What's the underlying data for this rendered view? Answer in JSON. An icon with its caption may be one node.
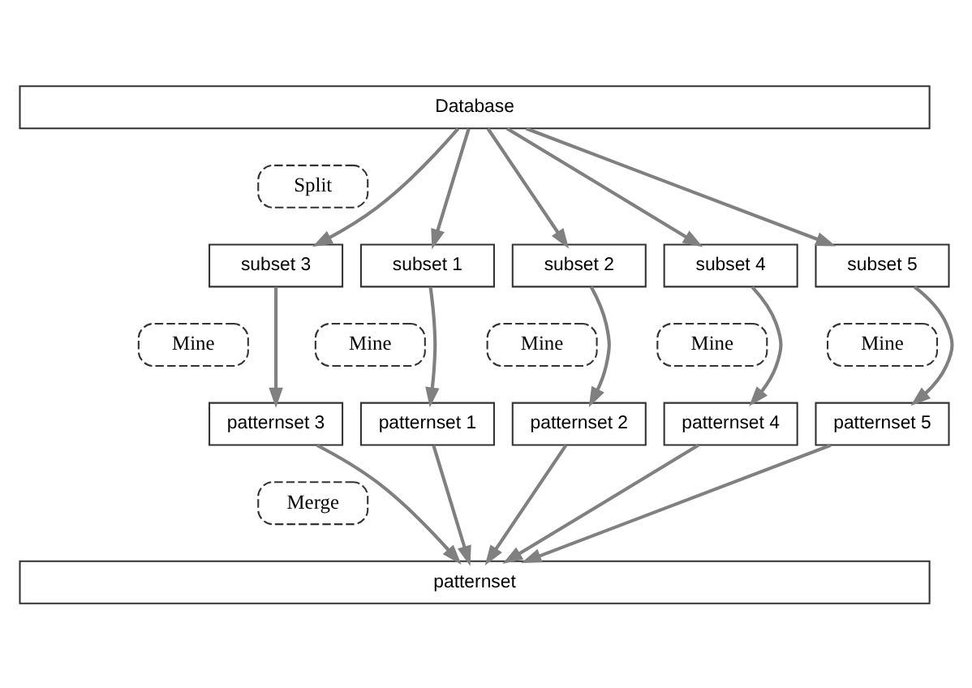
{
  "diagram": {
    "nodes": [
      {
        "text": [
          "Database"
        ]
      },
      {
        "text": [
          "Split"
        ]
      },
      {
        "text": [
          "subset 1"
        ]
      },
      {
        "text": [
          "subset 2"
        ]
      },
      {
        "text": [
          "subset 3"
        ]
      },
      {
        "text": [
          "subset 4"
        ]
      },
      {
        "text": [
          "subset 5"
        ]
      },
      {
        "text": [
          "Mine"
        ]
      },
      {
        "text": [
          "Mine"
        ]
      },
      {
        "text": [
          "Mine"
        ]
      },
      {
        "text": [
          "Mine"
        ]
      },
      {
        "text": [
          "Mine"
        ]
      },
      {
        "text": [
          "patternset 1"
        ]
      },
      {
        "text": [
          "patternset 2"
        ]
      },
      {
        "text": [
          "patternset 3"
        ]
      },
      {
        "text": [
          "patternset 4"
        ]
      },
      {
        "text": [
          "patternset 5"
        ]
      },
      {
        "text": [
          "Merge"
        ]
      },
      {
        "text": [
          "patternset"
        ]
      }
    ],
    "edges": [
      {
        "from": 0,
        "to": 2,
        "arrow": "to"
      },
      {
        "from": 0,
        "to": 3,
        "arrow": "to"
      },
      {
        "from": 0,
        "to": 4,
        "arrow": "to"
      },
      {
        "from": 0,
        "to": 5,
        "arrow": "to"
      },
      {
        "from": 0,
        "to": 6,
        "arrow": "to"
      },
      {
        "from": 2,
        "to": 12,
        "arrow": "to"
      },
      {
        "from": 3,
        "to": 13,
        "arrow": "to"
      },
      {
        "from": 4,
        "to": 14,
        "arrow": "to"
      },
      {
        "from": 5,
        "to": 15,
        "arrow": "to"
      },
      {
        "from": 6,
        "to": 16,
        "arrow": "to"
      },
      {
        "from": 12,
        "to": 18,
        "arrow": "to"
      },
      {
        "from": 13,
        "to": 18,
        "arrow": "to"
      },
      {
        "from": 14,
        "to": 18,
        "arrow": "to"
      },
      {
        "from": 15,
        "to": 18,
        "arrow": "to"
      },
      {
        "from": 16,
        "to": 18,
        "arrow": "to"
      }
    ]
  }
}
